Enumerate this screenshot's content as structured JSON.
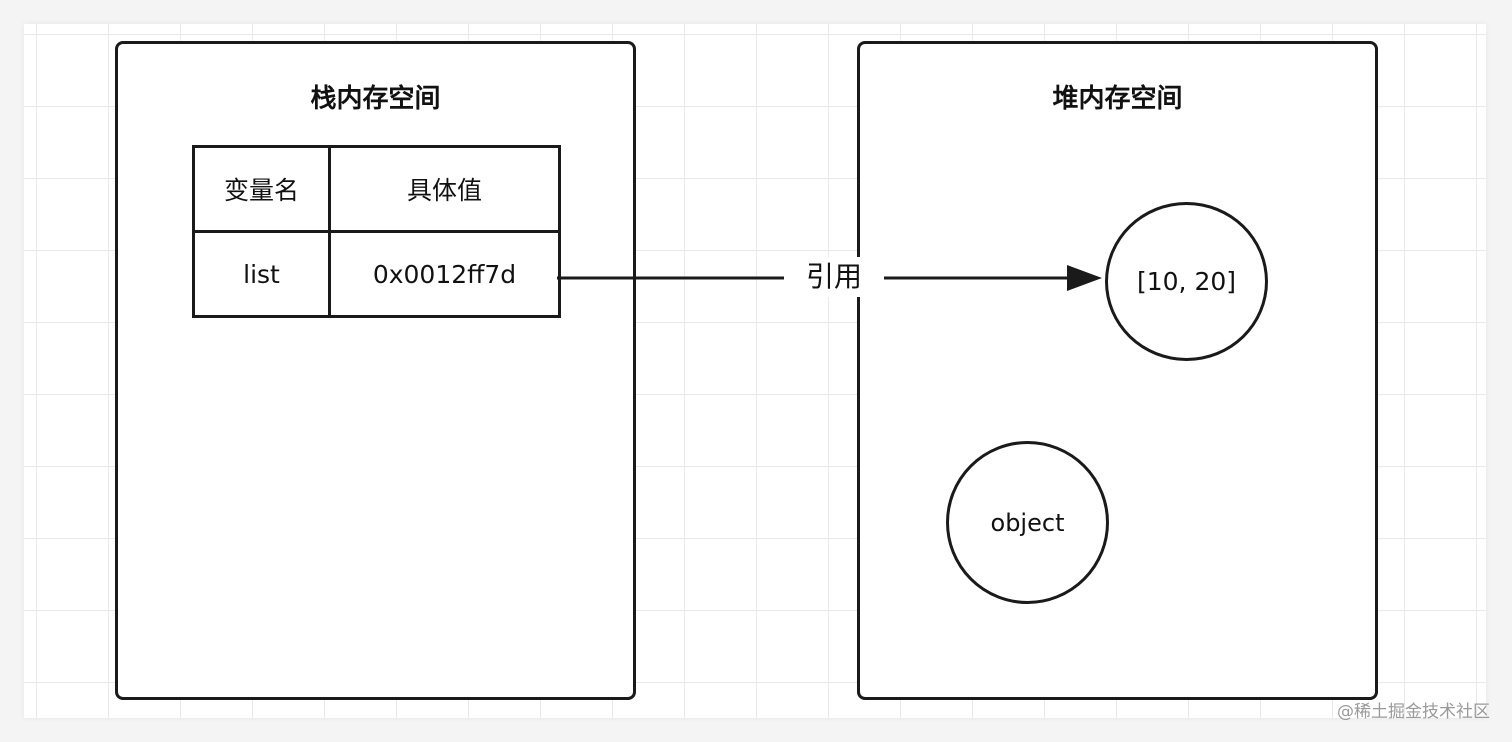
{
  "stack_panel": {
    "title": "栈内存空间"
  },
  "heap_panel": {
    "title": "堆内存空间"
  },
  "table": {
    "headers": [
      "变量名",
      "具体值"
    ],
    "rows": [
      [
        "list",
        "0x0012ff7d"
      ]
    ]
  },
  "edge": {
    "label": "引用"
  },
  "heap_nodes": {
    "array": "[10, 20]",
    "object": "object"
  },
  "watermark": "@稀土掘金技术社区",
  "colors": {
    "stroke": "#1a1a1a",
    "grid": "#e9e9e9",
    "background": "#ffffff"
  }
}
